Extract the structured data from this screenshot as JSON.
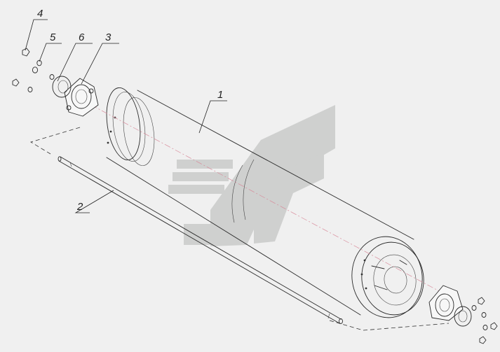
{
  "callouts": [
    {
      "id": "4",
      "label": "4"
    },
    {
      "id": "5",
      "label": "5"
    },
    {
      "id": "6",
      "label": "6"
    },
    {
      "id": "3",
      "label": "3"
    },
    {
      "id": "1",
      "label": "1"
    },
    {
      "id": "2",
      "label": "2"
    }
  ],
  "watermark": {
    "icon": "logo-watermark-icon",
    "color": "#cfd0cf"
  },
  "colors": {
    "axis": "#d88a9a",
    "line": "#2a2a2a",
    "background": "#f0f0f0"
  }
}
